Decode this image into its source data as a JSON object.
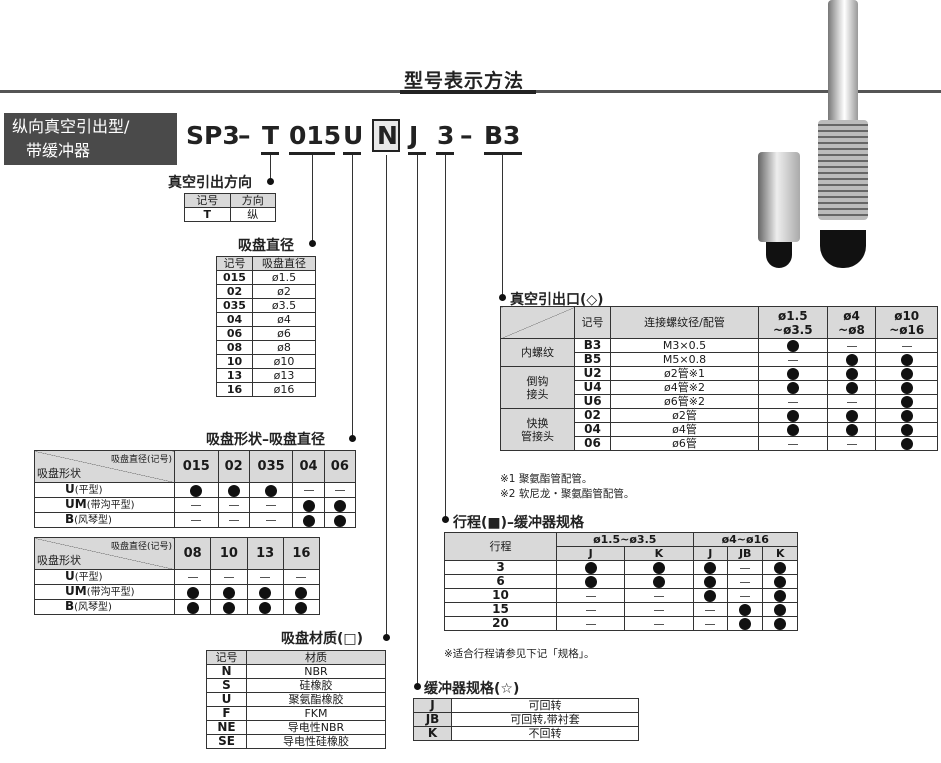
{
  "header": {
    "title": "型号表示方法"
  },
  "type_box": {
    "line1": "纵向真空引出型/",
    "line2": "带缓冲器"
  },
  "model": {
    "p1": "SP3",
    "d1": "–",
    "p2": "T",
    "p3": "015",
    "p4": "U",
    "p5": "N",
    "p6": "J",
    "p7": "3",
    "d2": "–",
    "p8": "B3"
  },
  "vacuum_direction": {
    "label": "真空引出方向",
    "headers": [
      "记号",
      "方向"
    ],
    "rows": [
      [
        "T",
        "纵"
      ]
    ]
  },
  "pad_diameter": {
    "label": "吸盘直径",
    "headers": [
      "记号",
      "吸盘直径"
    ],
    "rows": [
      [
        "015",
        "ø1.5"
      ],
      [
        "02",
        "ø2"
      ],
      [
        "035",
        "ø3.5"
      ],
      [
        "04",
        "ø4"
      ],
      [
        "06",
        "ø6"
      ],
      [
        "08",
        "ø8"
      ],
      [
        "10",
        "ø10"
      ],
      [
        "13",
        "ø13"
      ],
      [
        "16",
        "ø16"
      ]
    ]
  },
  "pad_shape": {
    "label": "吸盘形状–吸盘直径",
    "corner_top": "吸盘直径(记号)",
    "corner_bottom": "吸盘形状",
    "table1": {
      "cols": [
        "015",
        "02",
        "035",
        "04",
        "06"
      ],
      "rows": [
        {
          "code": "U",
          "desc": "(平型)",
          "vals": [
            "dot",
            "dot",
            "dot",
            "dash",
            "dash"
          ]
        },
        {
          "code": "UM",
          "desc": "(带沟平型)",
          "vals": [
            "dash",
            "dash",
            "dash",
            "dot",
            "dot"
          ]
        },
        {
          "code": "B",
          "desc": "(风琴型)",
          "vals": [
            "dash",
            "dash",
            "dash",
            "dot",
            "dot"
          ]
        }
      ]
    },
    "table2": {
      "cols": [
        "08",
        "10",
        "13",
        "16"
      ],
      "rows": [
        {
          "code": "U",
          "desc": "(平型)",
          "vals": [
            "dash",
            "dash",
            "dash",
            "dash"
          ]
        },
        {
          "code": "UM",
          "desc": "(带沟平型)",
          "vals": [
            "dot",
            "dot",
            "dot",
            "dot"
          ]
        },
        {
          "code": "B",
          "desc": "(风琴型)",
          "vals": [
            "dot",
            "dot",
            "dot",
            "dot"
          ]
        }
      ]
    }
  },
  "pad_material": {
    "label": "吸盘材质(□)",
    "headers": [
      "记号",
      "材质"
    ],
    "rows": [
      [
        "N",
        "NBR"
      ],
      [
        "S",
        "硅橡胶"
      ],
      [
        "U",
        "聚氨酯橡胶"
      ],
      [
        "F",
        "FKM"
      ],
      [
        "NE",
        "导电性NBR"
      ],
      [
        "SE",
        "导电性硅橡胶"
      ]
    ]
  },
  "vacuum_port": {
    "label": "真空引出口(◇)",
    "headers": [
      "记号",
      "连接螺纹径/配管",
      "ø1.5\n~ø3.5",
      "ø4\n~ø8",
      "ø10\n~ø16"
    ],
    "h1": [
      "ø1.5",
      "~ø3.5"
    ],
    "h2": [
      "ø4",
      "~ø8"
    ],
    "h3": [
      "ø10",
      "~ø16"
    ],
    "groups": [
      {
        "name": "内螺纹",
        "rows": [
          [
            "B3",
            "M3×0.5",
            "dot",
            "dash",
            "dash"
          ],
          [
            "B5",
            "M5×0.8",
            "dash",
            "dot",
            "dot"
          ]
        ]
      },
      {
        "name": "倒钩\n接头",
        "name1": "倒钩",
        "name2": "接头",
        "rows": [
          [
            "U2",
            "ø2管※1",
            "dot",
            "dot",
            "dot"
          ],
          [
            "U4",
            "ø4管※2",
            "dot",
            "dot",
            "dot"
          ],
          [
            "U6",
            "ø6管※2",
            "dash",
            "dash",
            "dot"
          ]
        ]
      },
      {
        "name": "快换\n管接头",
        "name1": "快换",
        "name2": "管接头",
        "rows": [
          [
            "02",
            "ø2管",
            "dot",
            "dot",
            "dot"
          ],
          [
            "04",
            "ø4管",
            "dot",
            "dot",
            "dot"
          ],
          [
            "06",
            "ø6管",
            "dash",
            "dash",
            "dot"
          ]
        ]
      }
    ],
    "note1": "※1 聚氨酯管配管。",
    "note2": "※2 软尼龙・聚氨酯管配管。"
  },
  "stroke": {
    "label": "行程(■)–缓冲器规格",
    "row_head": "行程",
    "grp1": "ø1.5~ø3.5",
    "grp2": "ø4~ø16",
    "cols": [
      "J",
      "K",
      "J",
      "JB",
      "K"
    ],
    "rows": [
      [
        "3",
        "dot",
        "dot",
        "dot",
        "dash",
        "dot"
      ],
      [
        "6",
        "dot",
        "dot",
        "dot",
        "dash",
        "dot"
      ],
      [
        "10",
        "dash",
        "dash",
        "dot",
        "dash",
        "dot"
      ],
      [
        "15",
        "dash",
        "dash",
        "dash",
        "dot",
        "dot"
      ],
      [
        "20",
        "dash",
        "dash",
        "dash",
        "dot",
        "dot"
      ]
    ],
    "note": "※适合行程请参见下记「规格」。"
  },
  "buffer": {
    "label": "缓冲器规格(☆)",
    "rows": [
      [
        "J",
        "可回转"
      ],
      [
        "JB",
        "可回转,带衬套"
      ],
      [
        "K",
        "不回转"
      ]
    ]
  }
}
